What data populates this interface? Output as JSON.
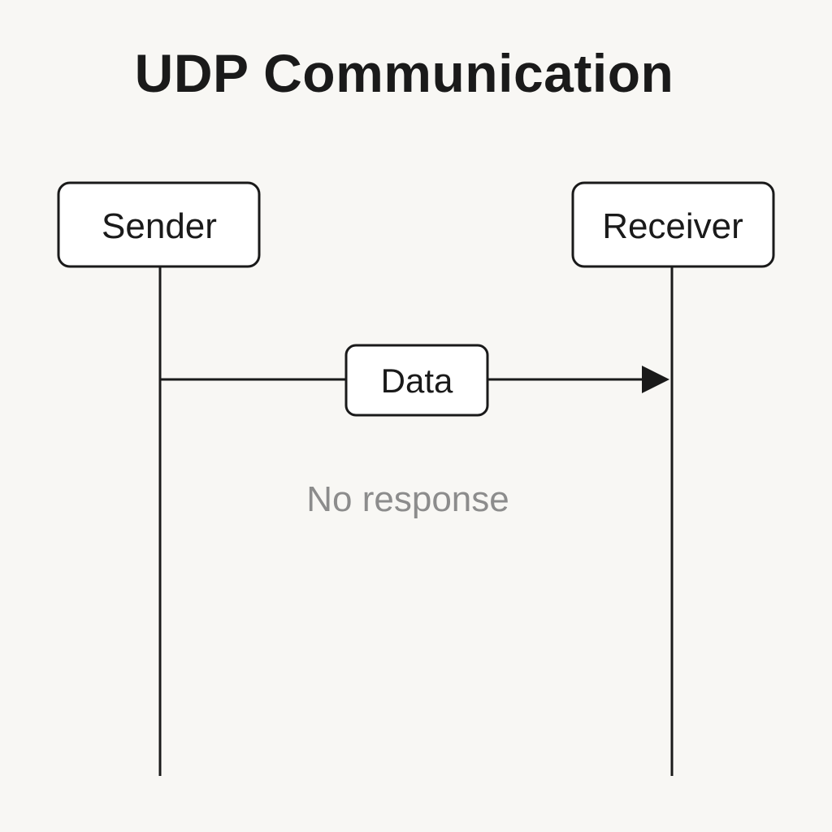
{
  "title": "UDP Communication",
  "participants": {
    "sender": "Sender",
    "receiver": "Receiver"
  },
  "message": {
    "label": "Data",
    "direction": "sender-to-receiver"
  },
  "note": "No response",
  "colors": {
    "background": "#f8f7f4",
    "stroke": "#1a1a1a",
    "note_text": "#8c8c8c"
  }
}
